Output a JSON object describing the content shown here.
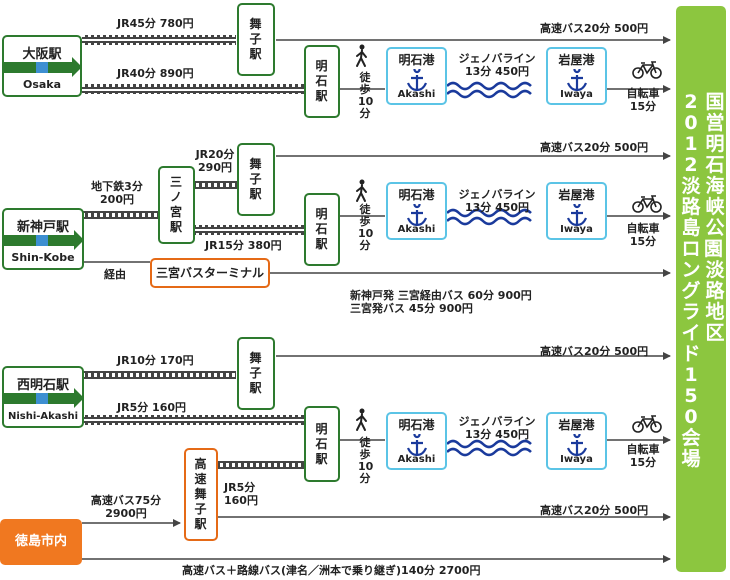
{
  "venue": {
    "line1": "国営明石海峡公園・淡路地区",
    "line2": "2012淡路島ロングライド150会場"
  },
  "rows": {
    "osaka": {
      "station_jp": "大阪駅",
      "station_en": "Osaka",
      "jr_to_maiko": "JR45分 780円",
      "jr_to_akashi": "JR40分 890円",
      "maiko": "舞子駅",
      "akashi": "明石駅",
      "walk": "徒歩10分",
      "bus": "高速バス20分 500円",
      "ferry": "ジェノバライン\n13分 450円",
      "bike": "自転車\n15分"
    },
    "kobe": {
      "station_jp": "新神戸駅",
      "station_en": "Shin-Kobe",
      "subway": "地下鉄3分\n200円",
      "sannomiya": "三ノ宮駅",
      "jr_to_maiko": "JR20分\n290円",
      "jr_to_akashi": "JR15分 380円",
      "via": "経由",
      "terminal": "三宮バスターミナル",
      "bus_note": "新神戸発 三宮経由バス 60分 900円\n三宮発バス 45分 900円",
      "maiko": "舞子駅",
      "akashi": "明石駅",
      "walk": "徒歩10分",
      "bus": "高速バス20分 500円",
      "ferry": "ジェノバライン\n13分 450円",
      "bike": "自転車\n15分"
    },
    "nishiakashi": {
      "station_jp": "西明石駅",
      "station_en": "Nishi-Akashi",
      "jr_to_maiko": "JR10分 170円",
      "jr_to_akashi": "JR5分 160円",
      "maiko": "舞子駅",
      "akashi": "明石駅",
      "walk": "徒歩10分",
      "bus": "高速バス20分 500円",
      "ferry": "ジェノバライン\n13分 450円",
      "bike": "自転車\n15分"
    },
    "tokushima": {
      "station_jp": "徳島市内",
      "hwy_bus": "高速バス75分\n2900円",
      "hwy_maiko": "高速舞子駅",
      "jr": "JR5分\n160円",
      "bus": "高速バス20分 500円",
      "bottom_bus": "高速バス＋路線バス(津名／洲本で乗り継ぎ)140分 2700円"
    }
  },
  "ports": {
    "akashi_jp": "明石港",
    "akashi_en": "Akashi",
    "iwaya_jp": "岩屋港",
    "iwaya_en": "Iwaya"
  },
  "colors": {
    "green": "#2d7a2e",
    "light_green": "#8cc63f",
    "orange": "#e56a17",
    "port_blue": "#5bc4e6",
    "wave_blue": "#1a3a9c",
    "station_blue": "#3d8fd1"
  },
  "icons": [
    "walker-icon",
    "anchor-icon",
    "bicycle-icon",
    "wave-icon",
    "rail-track"
  ]
}
